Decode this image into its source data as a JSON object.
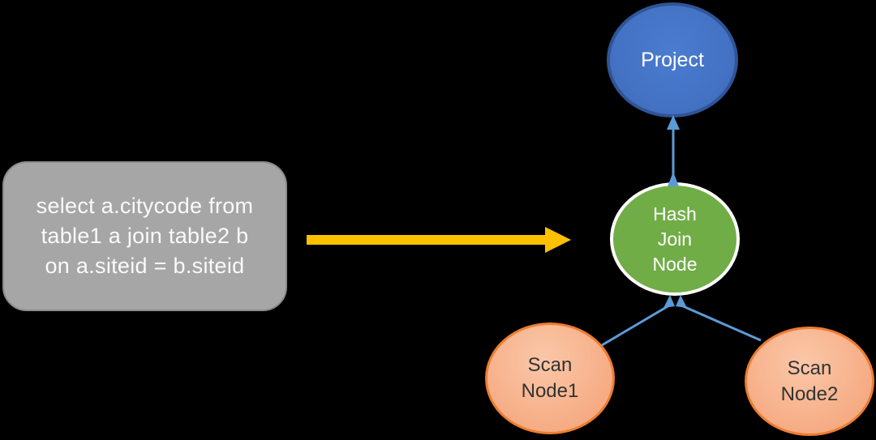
{
  "background": "#000000",
  "sql_box": {
    "line1": "select a.citycode from",
    "line2": "table1 a join table2 b",
    "line3": "on a.siteid = b.siteid",
    "fill": "#A6A6A6",
    "border_color": "#8B8B8B",
    "text_color": "#FFFFFF"
  },
  "flow_arrow": {
    "color": "#FFC000",
    "direction": "right"
  },
  "nodes": {
    "project": {
      "label": "Project",
      "fill": "#4472C4",
      "border_color": "#2F5597",
      "text_color": "#FFFFFF"
    },
    "hash_join": {
      "line1": "Hash",
      "line2": "Join",
      "line3": "Node",
      "fill": "#70AD47",
      "border_color": "#FFFFFF",
      "text_color": "#FFFFFF"
    },
    "scan_node1": {
      "line1": "Scan",
      "line2": "Node1",
      "fill": "#F6AE87",
      "border_color": "#ED7D31",
      "text_color": "#333333"
    },
    "scan_node2": {
      "line1": "Scan",
      "line2": "Node2",
      "fill": "#F6AE87",
      "border_color": "#ED7D31",
      "text_color": "#333333"
    }
  },
  "connectors": {
    "color": "#5B9BD5",
    "edges": [
      "hash_join -> project",
      "scan_node1 -> hash_join",
      "scan_node2 -> hash_join"
    ]
  }
}
